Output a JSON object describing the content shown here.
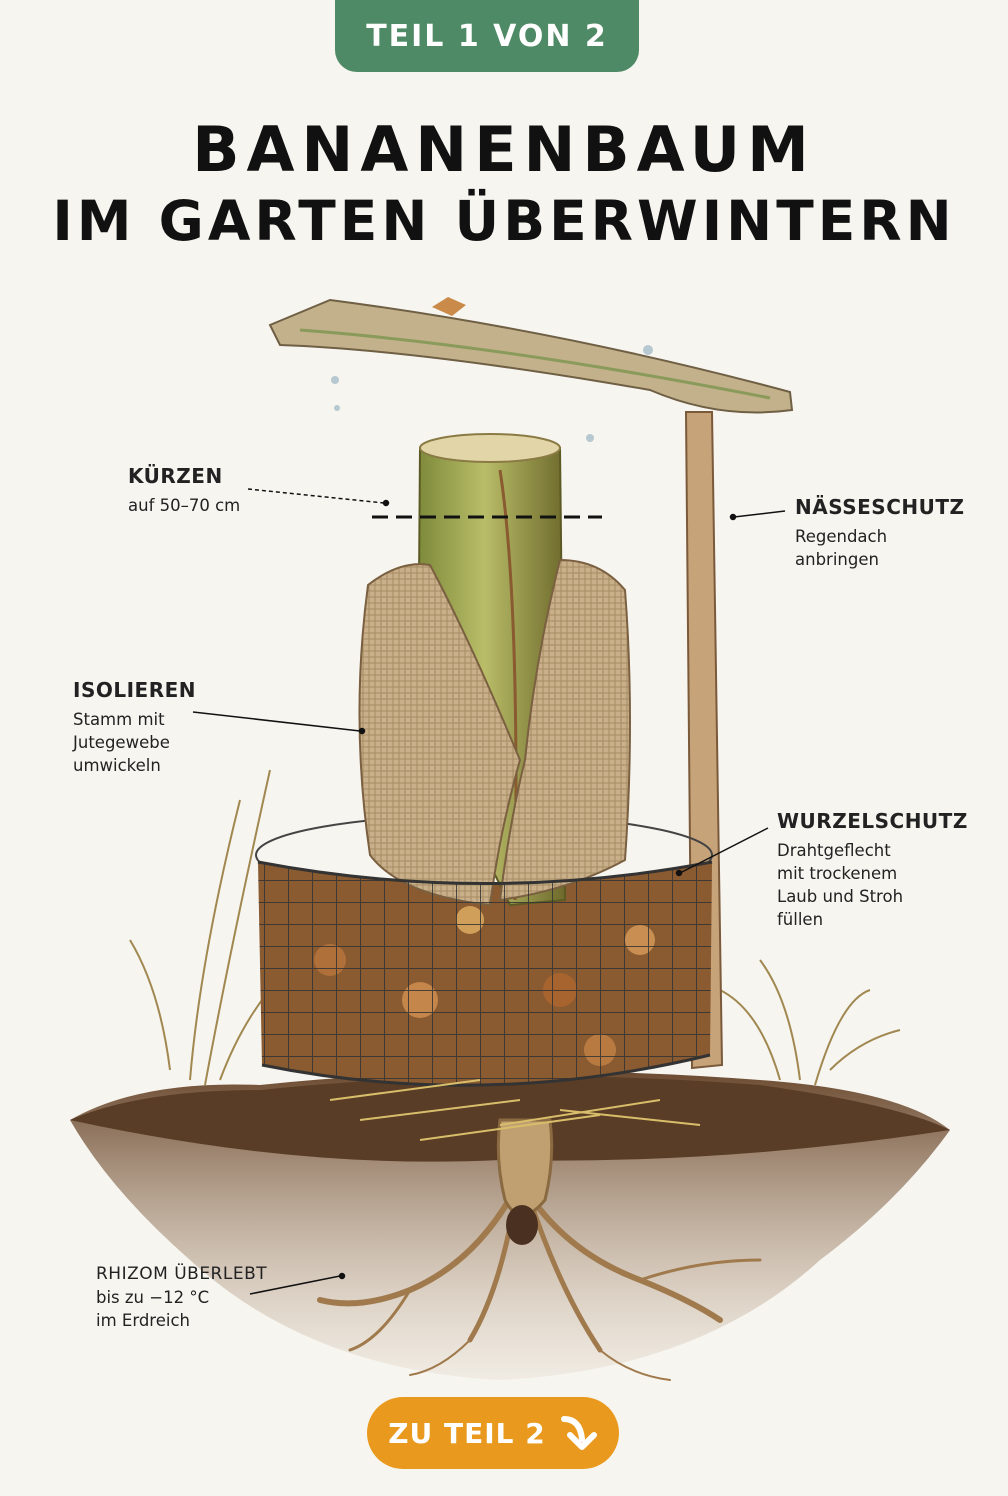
{
  "badge": "TEIL 1 VON 2",
  "title": {
    "line1": "BANANENBAUM",
    "line2": "IM GARTEN ÜBERWINTERN"
  },
  "labels": {
    "kuerzen": {
      "heading": "KÜRZEN",
      "text": "auf 50–70 cm"
    },
    "naesseschutz": {
      "heading": "NÄSSESCHUTZ",
      "text": "Regendach\nanbringen"
    },
    "isolieren": {
      "heading": "ISOLIEREN",
      "text": "Stamm mit\nJutegewebe\numwickeln"
    },
    "wurzelschutz": {
      "heading": "WURZELSCHUTZ",
      "text": "Drahtgeflecht\nmit trockenem\nLaub und Stroh\nfüllen"
    },
    "rhizom": {
      "heading": "RHIZOM ÜBERLEBT",
      "text": "bis zu −12 °C\nim Erdreich"
    }
  },
  "cta": {
    "label": "ZU TEIL 2",
    "icon": "arrow-down-right-icon"
  },
  "colors": {
    "badge": "#4f8a66",
    "cta": "#e99a1e",
    "text": "#111111"
  }
}
